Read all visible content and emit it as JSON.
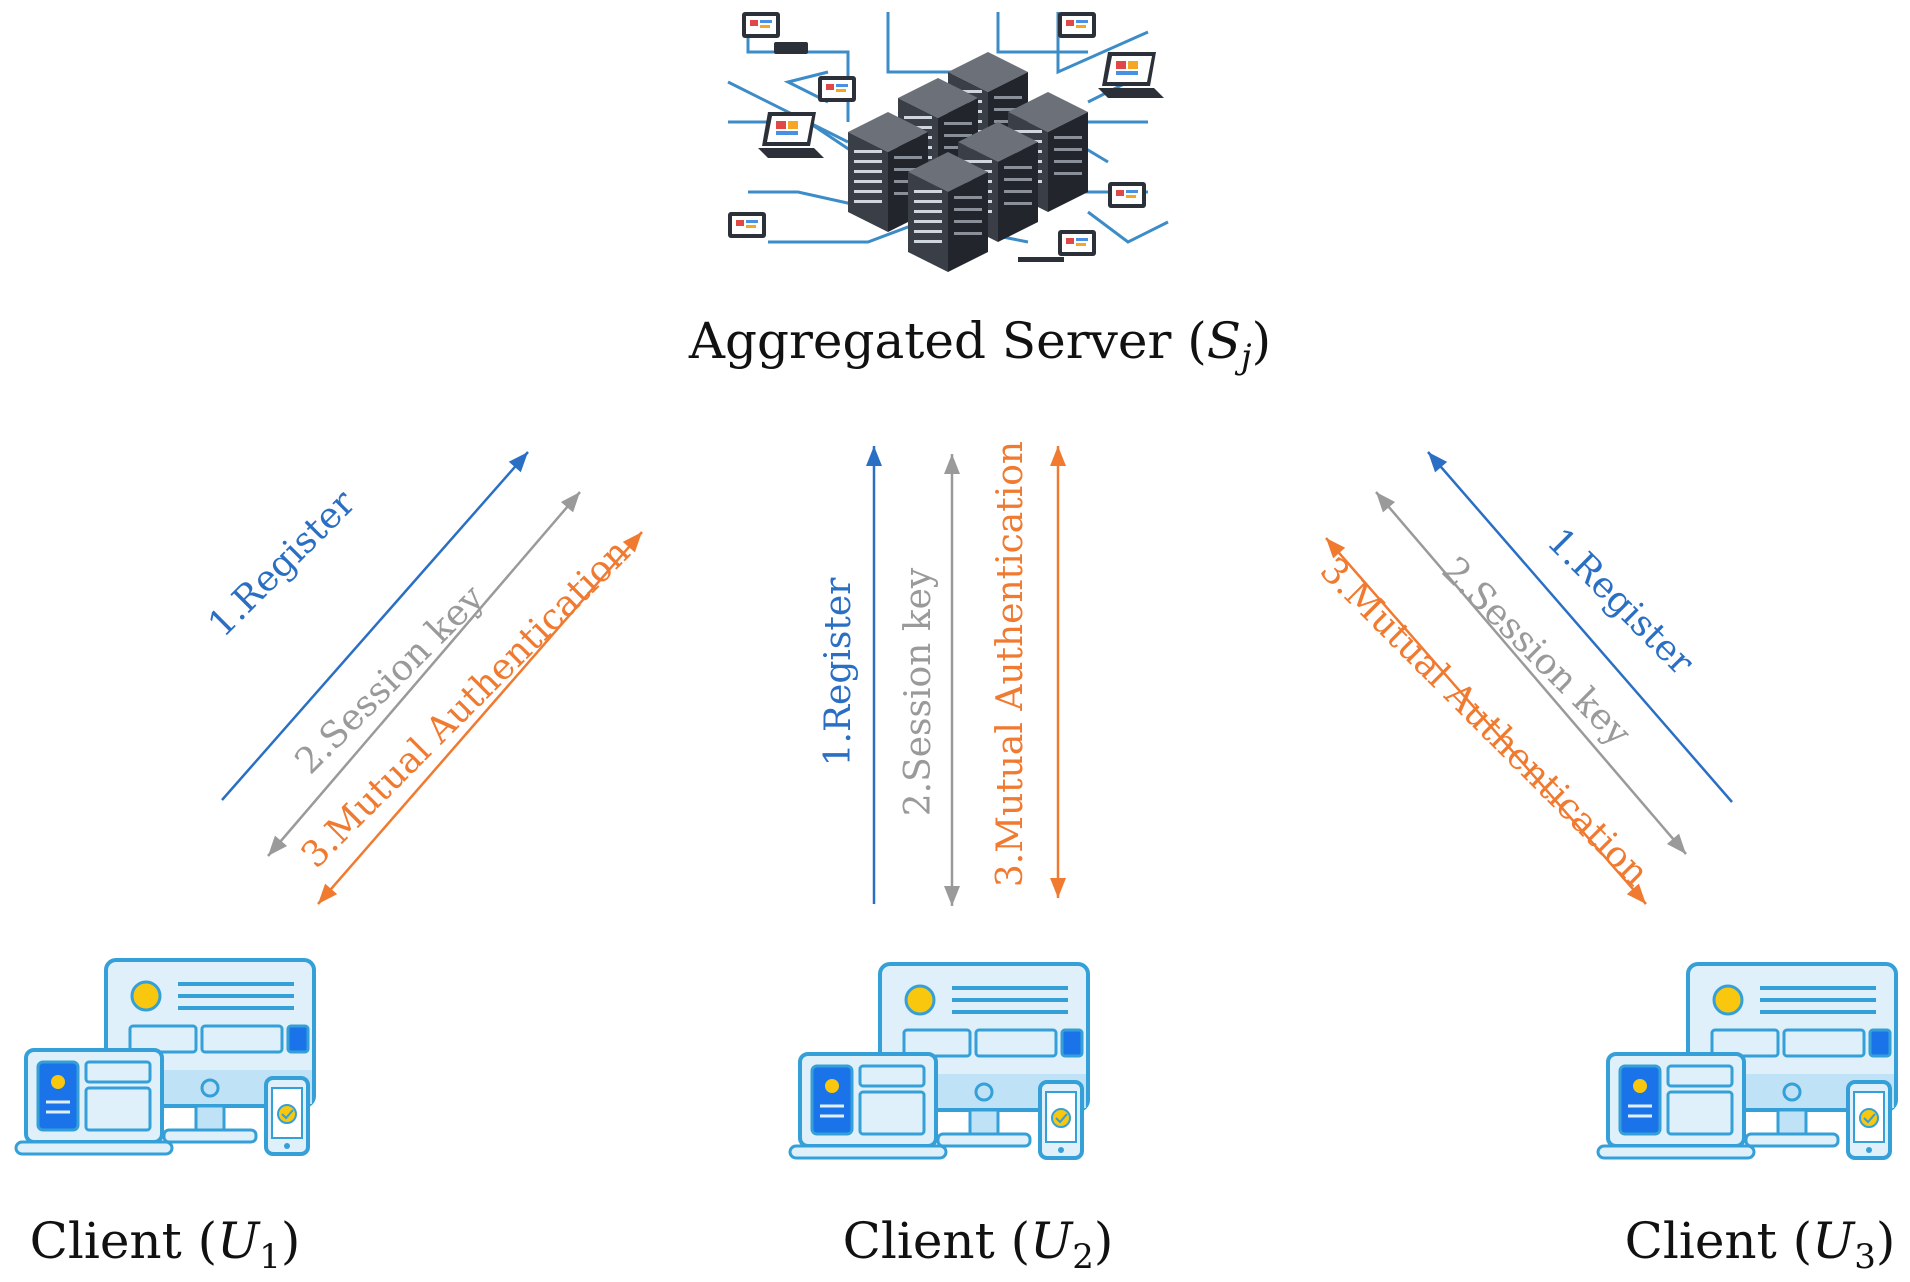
{
  "server": {
    "name": "Aggregated Server",
    "symbol": "S",
    "subscript": "j"
  },
  "clients": [
    {
      "name": "Client",
      "symbol": "U",
      "subscript": "1"
    },
    {
      "name": "Client",
      "symbol": "U",
      "subscript": "2"
    },
    {
      "name": "Client",
      "symbol": "U",
      "subscript": "3"
    }
  ],
  "messages": {
    "register": "1.Register",
    "session_key": "2.Session key",
    "mutual_auth": "3.Mutual Authentication"
  },
  "colors": {
    "register": "#2a6fc4",
    "session_key": "#9a9a9a",
    "mutual_auth": "#f07a30",
    "device_fill": "#dff0fb",
    "device_stroke": "#35a0d8",
    "device_blue": "#1a73e8",
    "device_yellow": "#f9c80e",
    "server_dark": "#2c3038",
    "cable": "#3c8cc8"
  }
}
